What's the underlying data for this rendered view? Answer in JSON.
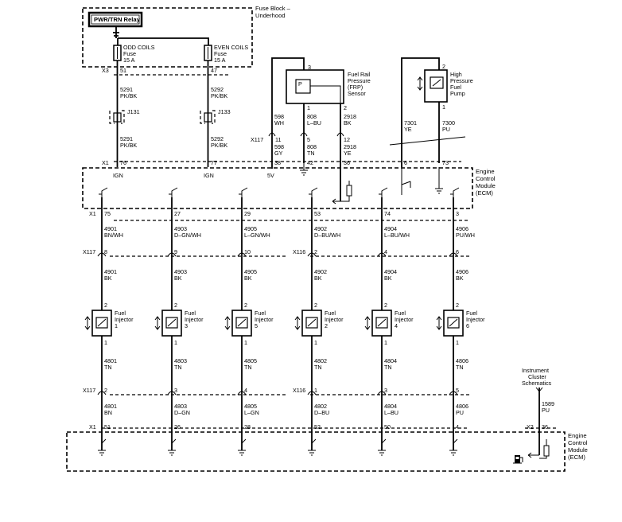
{
  "fuse_block": {
    "title_line1": "Fuse Block –",
    "title_line2": "Underhood",
    "relay_label": "PWR/TRN Relay",
    "fuses": [
      {
        "name": "ODD COILS",
        "type": "Fuse",
        "rating": "15 A",
        "cavity": "51"
      },
      {
        "name": "EVEN COILS",
        "type": "Fuse",
        "rating": "15 A",
        "cavity": "47"
      }
    ],
    "connector": "X3"
  },
  "feed_wires": [
    {
      "circuit": "5291",
      "color": "PK/BK",
      "splice": "J131",
      "circuit2": "5291",
      "color2": "PK/BK",
      "ecm_pin": "76",
      "ecm_label": "IGN"
    },
    {
      "circuit": "5292",
      "color": "PK/BK",
      "splice": "J133",
      "circuit2": "5292",
      "color2": "PK/BK",
      "ecm_pin": "77",
      "ecm_label": "IGN"
    }
  ],
  "frp_sensor": {
    "name_lines": [
      "Fuel Rail",
      "Pressure",
      "(FRP)",
      "Sensor"
    ],
    "pins": [
      "3",
      "1",
      "2"
    ],
    "connector": "X117",
    "wires": [
      {
        "circuit": "598",
        "color": "WH",
        "inline_pin": "11",
        "circuit2": "598",
        "color2": "GY",
        "ecm_pin": "38",
        "ecm_label": "5V"
      },
      {
        "circuit": "808",
        "color": "L–BU",
        "inline_pin": "5",
        "circuit2": "808",
        "color2": "TN",
        "ecm_pin": "42",
        "ecm_label": ""
      },
      {
        "circuit": "2918",
        "color": "BK",
        "inline_pin": "12",
        "circuit2": "2918",
        "color2": "YE",
        "ecm_pin": "36",
        "ecm_label": ""
      }
    ]
  },
  "fuel_pump": {
    "name_lines": [
      "High",
      "Pressure",
      "Fuel",
      "Pump"
    ],
    "pins": [
      "2",
      "1"
    ],
    "wires": [
      {
        "circuit": "7301",
        "color": "YE",
        "ecm_pin": "6"
      },
      {
        "circuit": "7300",
        "color": "PU",
        "ecm_pin": "73"
      }
    ]
  },
  "ecm_top": {
    "name_lines": [
      "Engine",
      "Control",
      "Module",
      "(ECM)"
    ],
    "connector": "X1"
  },
  "injectors": [
    {
      "ecm_pin": "75",
      "c1": "4901",
      "col1": "BN/WH",
      "inline_conn": "X117",
      "inline_pin1": "8",
      "c2": "4901",
      "col2": "BK",
      "pin_top": "2",
      "pin_bot": "1",
      "name": "Fuel",
      "name2": "Injector",
      "number": "1",
      "c3": "4801",
      "col3": "TN",
      "inline_pin2": "2",
      "c4": "4801",
      "col4": "BN",
      "ecm_bot_pin": "51"
    },
    {
      "ecm_pin": "27",
      "c1": "4903",
      "col1": "D–GN/WH",
      "inline_conn": "",
      "inline_pin1": "9",
      "c2": "4903",
      "col2": "BK",
      "pin_top": "2",
      "pin_bot": "1",
      "name": "Fuel",
      "name2": "Injector",
      "number": "3",
      "c3": "4803",
      "col3": "TN",
      "inline_pin2": "3",
      "c4": "4803",
      "col4": "D–GN",
      "ecm_bot_pin": "26"
    },
    {
      "ecm_pin": "29",
      "c1": "4905",
      "col1": "L–GN/WH",
      "inline_conn": "",
      "inline_pin1": "10",
      "c2": "4905",
      "col2": "BK",
      "pin_top": "2",
      "pin_bot": "1",
      "name": "Fuel",
      "name2": "Injector",
      "number": "5",
      "c3": "4805",
      "col3": "TN",
      "inline_pin2": "4",
      "c4": "4805",
      "col4": "L–GN",
      "ecm_bot_pin": "28"
    },
    {
      "ecm_pin": "53",
      "c1": "4902",
      "col1": "D–BU/WH",
      "inline_conn": "X116",
      "inline_pin1": "2",
      "c2": "4902",
      "col2": "BK",
      "pin_top": "2",
      "pin_bot": "1",
      "name": "Fuel",
      "name2": "Injector",
      "number": "2",
      "c3": "4802",
      "col3": "TN",
      "inline_pin2": "1",
      "c4": "4802",
      "col4": "D–BU",
      "ecm_bot_pin": "52"
    },
    {
      "ecm_pin": "74",
      "c1": "4904",
      "col1": "L–BU/WH",
      "inline_conn": "",
      "inline_pin1": "4",
      "c2": "4904",
      "col2": "BK",
      "pin_top": "2",
      "pin_bot": "1",
      "name": "Fuel",
      "name2": "Injector",
      "number": "4",
      "c3": "4804",
      "col3": "TN",
      "inline_pin2": "3",
      "c4": "4804",
      "col4": "L–BU",
      "ecm_bot_pin": "50"
    },
    {
      "ecm_pin": "3",
      "c1": "4906",
      "col1": "PU/WH",
      "inline_conn": "",
      "inline_pin1": "6",
      "c2": "4906",
      "col2": "BK",
      "pin_top": "2",
      "pin_bot": "1",
      "name": "Fuel",
      "name2": "Injector",
      "number": "6",
      "c3": "4806",
      "col3": "TN",
      "inline_pin2": "5",
      "c4": "4806",
      "col4": "PU",
      "ecm_bot_pin": "4"
    }
  ],
  "inline_lower": {
    "left": "X117",
    "right": "X116"
  },
  "ecm_bottom": {
    "connector_left": "X1",
    "connector_right": "X2",
    "right_pin": "36",
    "name_lines": [
      "Engine",
      "Control",
      "Module",
      "(ECM)"
    ]
  },
  "cluster": {
    "lines": [
      "Instrument",
      "Cluster",
      "Schematics"
    ],
    "circuit": "1589",
    "color": "PU"
  }
}
